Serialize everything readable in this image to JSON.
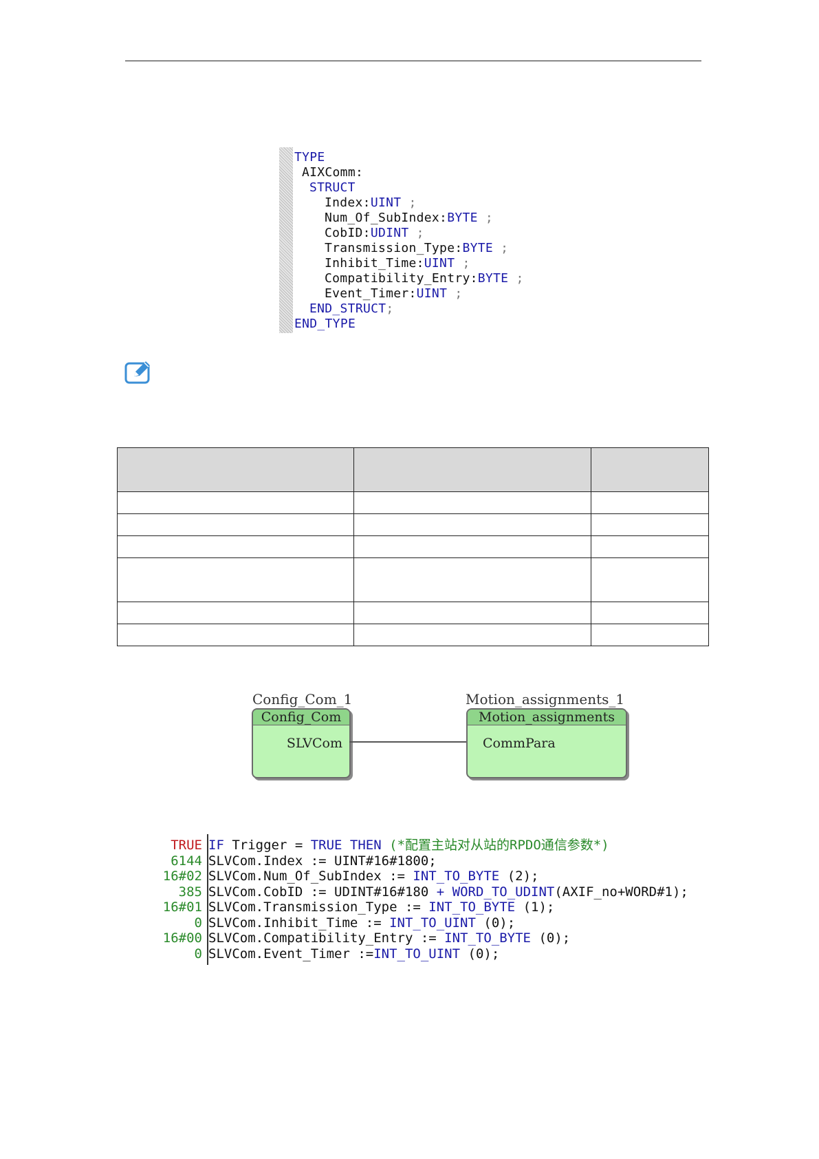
{
  "type_decl": {
    "lines": [
      {
        "indent": 0,
        "parts": [
          {
            "t": "TYPE",
            "k": "kw"
          }
        ]
      },
      {
        "indent": 1,
        "parts": [
          {
            "t": "AIXComm:",
            "k": ""
          }
        ]
      },
      {
        "indent": 2,
        "parts": [
          {
            "t": "STRUCT",
            "k": "kw"
          }
        ]
      },
      {
        "indent": 4,
        "parts": [
          {
            "t": "Index:",
            "k": ""
          },
          {
            "t": "UINT",
            "k": "kw"
          },
          {
            "t": " ;",
            "k": "pun"
          }
        ]
      },
      {
        "indent": 4,
        "parts": [
          {
            "t": "Num_Of_SubIndex:",
            "k": ""
          },
          {
            "t": "BYTE",
            "k": "kw"
          },
          {
            "t": " ;",
            "k": "pun"
          }
        ]
      },
      {
        "indent": 4,
        "parts": [
          {
            "t": "CobID:",
            "k": ""
          },
          {
            "t": "UDINT",
            "k": "kw"
          },
          {
            "t": " ;",
            "k": "pun"
          }
        ]
      },
      {
        "indent": 4,
        "parts": [
          {
            "t": "Transmission_Type:",
            "k": ""
          },
          {
            "t": "BYTE",
            "k": "kw"
          },
          {
            "t": " ;",
            "k": "pun"
          }
        ]
      },
      {
        "indent": 4,
        "parts": [
          {
            "t": "Inhibit_Time:",
            "k": ""
          },
          {
            "t": "UINT",
            "k": "kw"
          },
          {
            "t": " ;",
            "k": "pun"
          }
        ]
      },
      {
        "indent": 4,
        "parts": [
          {
            "t": "Compatibility_Entry:",
            "k": ""
          },
          {
            "t": "BYTE",
            "k": "kw"
          },
          {
            "t": " ;",
            "k": "pun"
          }
        ]
      },
      {
        "indent": 4,
        "parts": [
          {
            "t": "Event_Timer:",
            "k": ""
          },
          {
            "t": "UINT",
            "k": "kw"
          },
          {
            "t": " ;",
            "k": "pun"
          }
        ]
      },
      {
        "indent": 2,
        "parts": [
          {
            "t": "END_STRUCT",
            "k": "kw"
          },
          {
            "t": ";",
            "k": "pun"
          }
        ]
      },
      {
        "indent": 0,
        "parts": [
          {
            "t": "END_TYPE",
            "k": "kw"
          }
        ]
      }
    ]
  },
  "note_icon": "edit-note-icon",
  "table": {
    "header": [
      "",
      "",
      ""
    ],
    "rows": [
      {
        "cells": [
          "",
          "",
          ""
        ],
        "tall": false
      },
      {
        "cells": [
          "",
          "",
          ""
        ],
        "tall": false
      },
      {
        "cells": [
          "",
          "",
          ""
        ],
        "tall": false
      },
      {
        "cells": [
          "",
          "",
          ""
        ],
        "tall": true
      },
      {
        "cells": [
          "",
          "",
          ""
        ],
        "tall": false
      },
      {
        "cells": [
          "",
          "",
          ""
        ],
        "tall": false
      }
    ]
  },
  "diagram": {
    "left_block": {
      "instance": "Config_Com_1",
      "type": "Config_Com",
      "pin": "SLVCom"
    },
    "right_block": {
      "instance": "Motion_assignments_1",
      "type": "Motion_assignments",
      "pin": "CommPara"
    },
    "block_color": "#bdf5b5",
    "header_color": "#8fd58a"
  },
  "st_code": {
    "lines": [
      {
        "value": "TRUE",
        "value_true": true,
        "parts": [
          {
            "t": "IF",
            "k": "sk"
          },
          {
            "t": " Trigger = ",
            "k": ""
          },
          {
            "t": "TRUE THEN",
            "k": "sk"
          },
          {
            "t": " (*配置主站对从站的RPDO通信参数*)",
            "k": "scm"
          }
        ]
      },
      {
        "value": "6144",
        "parts": [
          {
            "t": "SLVCom.Index := UINT#16#1800;",
            "k": ""
          }
        ]
      },
      {
        "value": "16#02",
        "parts": [
          {
            "t": "SLVCom.Num_Of_SubIndex := ",
            "k": ""
          },
          {
            "t": "INT_TO_BYTE",
            "k": "sk"
          },
          {
            "t": " (2);",
            "k": ""
          }
        ]
      },
      {
        "value": "385",
        "parts": [
          {
            "t": "SLVCom.CobID := UDINT#16#180 ",
            "k": ""
          },
          {
            "t": "+",
            "k": "sk"
          },
          {
            "t": " ",
            "k": ""
          },
          {
            "t": "WORD_TO_UDINT",
            "k": "sk"
          },
          {
            "t": "(AXIF_no+WORD#1);",
            "k": ""
          }
        ]
      },
      {
        "value": "16#01",
        "parts": [
          {
            "t": "SLVCom.Transmission_Type := ",
            "k": ""
          },
          {
            "t": "INT_TO_BYTE",
            "k": "sk"
          },
          {
            "t": " (1);",
            "k": ""
          }
        ]
      },
      {
        "value": "0",
        "parts": [
          {
            "t": "SLVCom.Inhibit_Time := ",
            "k": ""
          },
          {
            "t": "INT_TO_UINT",
            "k": "sk"
          },
          {
            "t": " (0);",
            "k": ""
          }
        ]
      },
      {
        "value": "16#00",
        "parts": [
          {
            "t": "SLVCom.Compatibility_Entry := ",
            "k": ""
          },
          {
            "t": "INT_TO_BYTE",
            "k": "sk"
          },
          {
            "t": " (0);",
            "k": ""
          }
        ]
      },
      {
        "value": "0",
        "parts": [
          {
            "t": "SLVCom.Event_Timer :=",
            "k": ""
          },
          {
            "t": "INT_TO_UINT",
            "k": "sk"
          },
          {
            "t": " (0);",
            "k": ""
          }
        ]
      }
    ]
  }
}
